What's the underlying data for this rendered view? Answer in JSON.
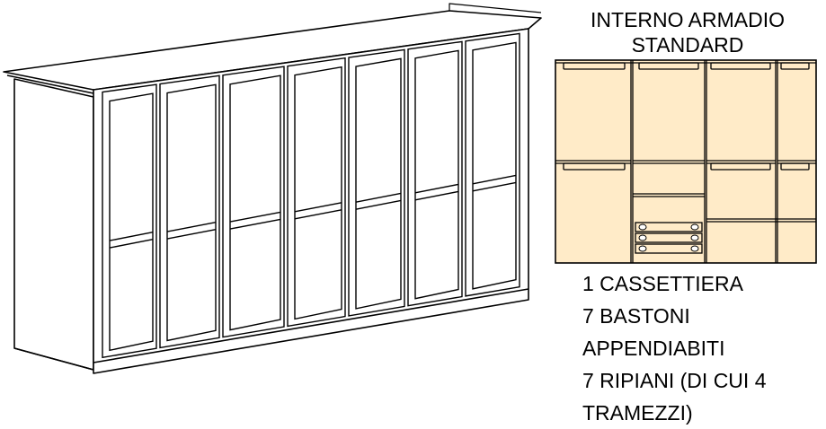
{
  "interior": {
    "title_line1": "INTERNO ARMADIO",
    "title_line2": "STANDARD",
    "fill_color": "#FFEBC8",
    "stroke_color": "#000000"
  },
  "specs": {
    "line1": "1 CASSETTIERA",
    "line2": "7 BASTONI",
    "line3": "APPENDIABITI",
    "line4": "7 RIPIANI (DI CUI 4",
    "line5": "TRAMEZZI)"
  }
}
